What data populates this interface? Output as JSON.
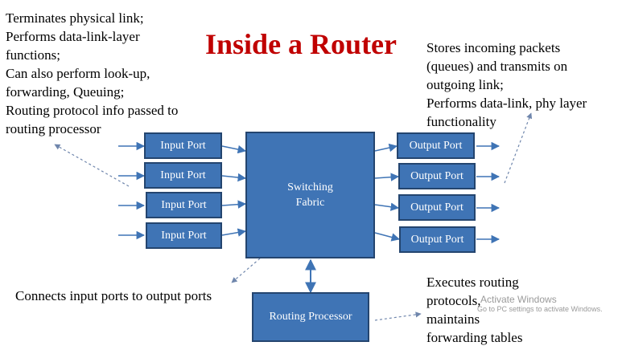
{
  "title": "Inside a Router",
  "notes": {
    "input_port_desc": "Terminates physical link;\nPerforms data-link-layer\nfunctions;\nCan also perform look-up,\nforwarding, Queuing;\nRouting protocol info passed to\nrouting processor",
    "output_port_desc": "Stores incoming packets\n(queues) and transmits on\noutgoing link;\nPerforms data-link, phy layer\nfunctionality",
    "fabric_desc": "Connects input ports to output ports",
    "processor_desc": "Executes routing\nprotocols,\nmaintains\nforwarding tables"
  },
  "input_ports": [
    "Input Port",
    "Input Port",
    "Input Port",
    "Input Port"
  ],
  "output_ports": [
    "Output Port",
    "Output Port",
    "Output Port",
    "Output Port"
  ],
  "switching_fabric": "Switching\nFabric",
  "routing_processor": "Routing Processor",
  "watermark": {
    "line1": "Activate Windows",
    "line2": "Go to PC settings to activate Windows."
  },
  "colors": {
    "title": "#c00000",
    "box_fill": "#3f74b5",
    "box_border": "#24456f",
    "arrow": "#3f74b5",
    "dashed_arrow": "#6f86ac"
  }
}
